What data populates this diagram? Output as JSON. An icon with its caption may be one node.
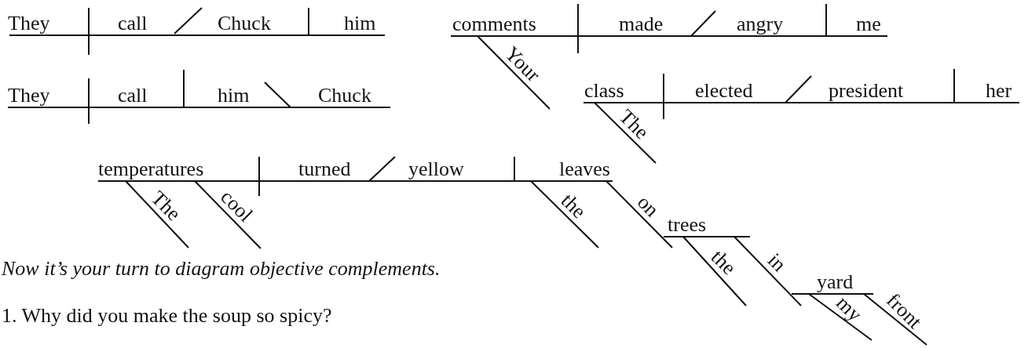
{
  "diagram": {
    "labels": [
      "They",
      "call",
      "Chuck",
      "him",
      "comments",
      "made",
      "angry",
      "me",
      "Your",
      "They",
      "call",
      "him",
      "Chuck",
      "class",
      "elected",
      "president",
      "her",
      "The",
      "temperatures",
      "turned",
      "yellow",
      "leaves",
      "The",
      "cool",
      "the",
      "on",
      "trees",
      "the",
      "in",
      "yard",
      "my",
      "front",
      "Now it’s your turn to diagram objective complements.",
      "1. Why did you make the soup so spicy?"
    ]
  }
}
